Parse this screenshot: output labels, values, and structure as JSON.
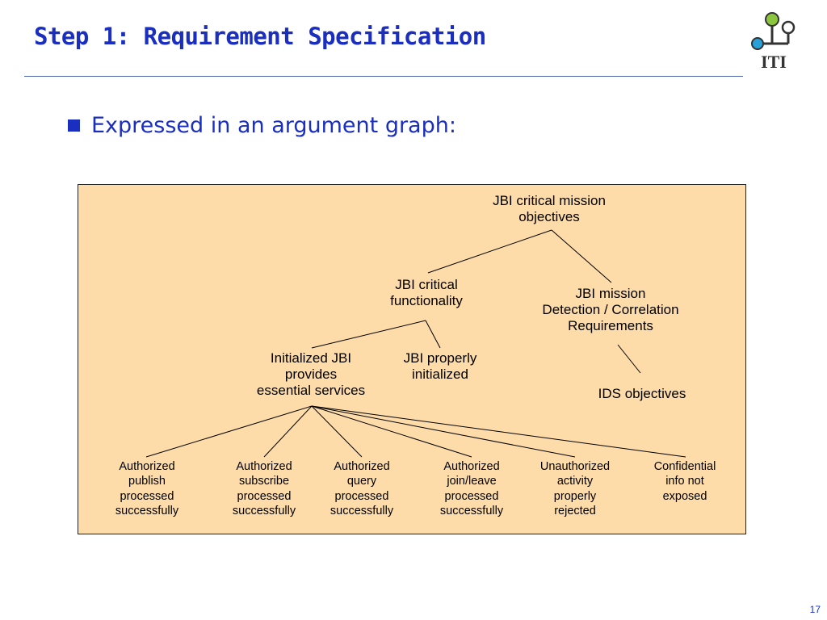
{
  "slide": {
    "title": "Step 1: Requirement Specification",
    "bullet": "Expressed in an argument graph:",
    "page_number": "17",
    "logo_text": "ITI"
  },
  "graph": {
    "nodes": {
      "root": [
        "JBI critical mission",
        "objectives"
      ],
      "functionality": [
        "JBI critical",
        "functionality"
      ],
      "mission_requirements": [
        "JBI mission",
        "Detection / Correlation",
        "Requirements"
      ],
      "initialized_services": [
        "Initialized JBI",
        "provides",
        "essential services"
      ],
      "properly_initialized": [
        "JBI properly",
        "initialized"
      ],
      "ids_objectives": [
        "IDS objectives"
      ],
      "leaf_publish": [
        "Authorized",
        "publish",
        "processed",
        "successfully"
      ],
      "leaf_subscribe": [
        "Authorized",
        "subscribe",
        "processed",
        "successfully"
      ],
      "leaf_query": [
        "Authorized",
        "query",
        "processed",
        "successfully"
      ],
      "leaf_join": [
        "Authorized",
        "join/leave",
        "processed",
        "successfully"
      ],
      "leaf_unauthorized": [
        "Unauthorized",
        "activity",
        "properly",
        "rejected"
      ],
      "leaf_confidential": [
        "Confidential",
        "info not",
        "exposed"
      ]
    }
  },
  "colors": {
    "title": "#1a2ec0",
    "panel_fill": "#fddcaa",
    "logo_green": "#8cc63f",
    "logo_blue": "#29a0d8"
  }
}
